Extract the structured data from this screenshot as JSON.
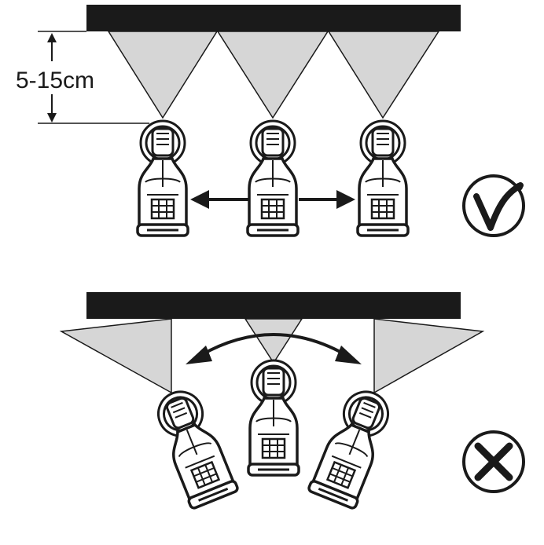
{
  "diagram": {
    "spacing_label": "5-15cm",
    "colors": {
      "ink": "#1a1a1a",
      "beam": "#d6d6d6",
      "background": "#ffffff"
    },
    "correct_panel": {
      "mark_icon": "check-circle-icon",
      "spotlights": [
        "left",
        "center",
        "right"
      ],
      "arrows": [
        "arrow-left",
        "arrow-right"
      ]
    },
    "wrong_panel": {
      "mark_icon": "cross-circle-icon",
      "spotlights": [
        "tilted-left",
        "center",
        "tilted-right"
      ],
      "arrows": [
        "curved-double-arrow"
      ]
    }
  }
}
